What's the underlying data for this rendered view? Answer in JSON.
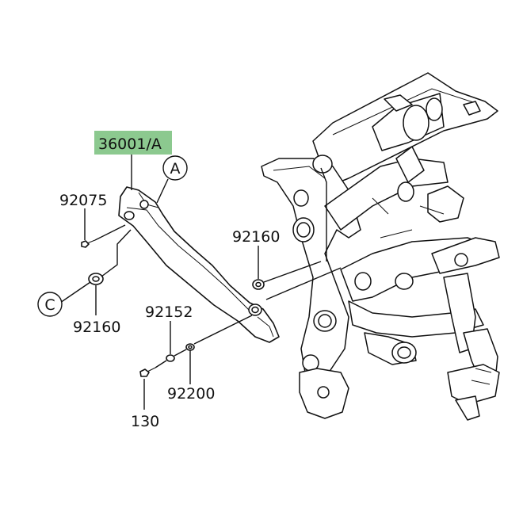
{
  "diagram": {
    "highlight_color": "#8cc98f",
    "main_part": {
      "number": "36001/A"
    },
    "labels": [
      {
        "id": "a",
        "text": "A"
      },
      {
        "id": "c",
        "text": "C"
      },
      {
        "id": "p92075",
        "text": "92075"
      },
      {
        "id": "p92160_left",
        "text": "92160"
      },
      {
        "id": "p92160_right",
        "text": "92160"
      },
      {
        "id": "p92152",
        "text": "92152"
      },
      {
        "id": "p92200",
        "text": "92200"
      },
      {
        "id": "p130",
        "text": "130"
      }
    ]
  }
}
